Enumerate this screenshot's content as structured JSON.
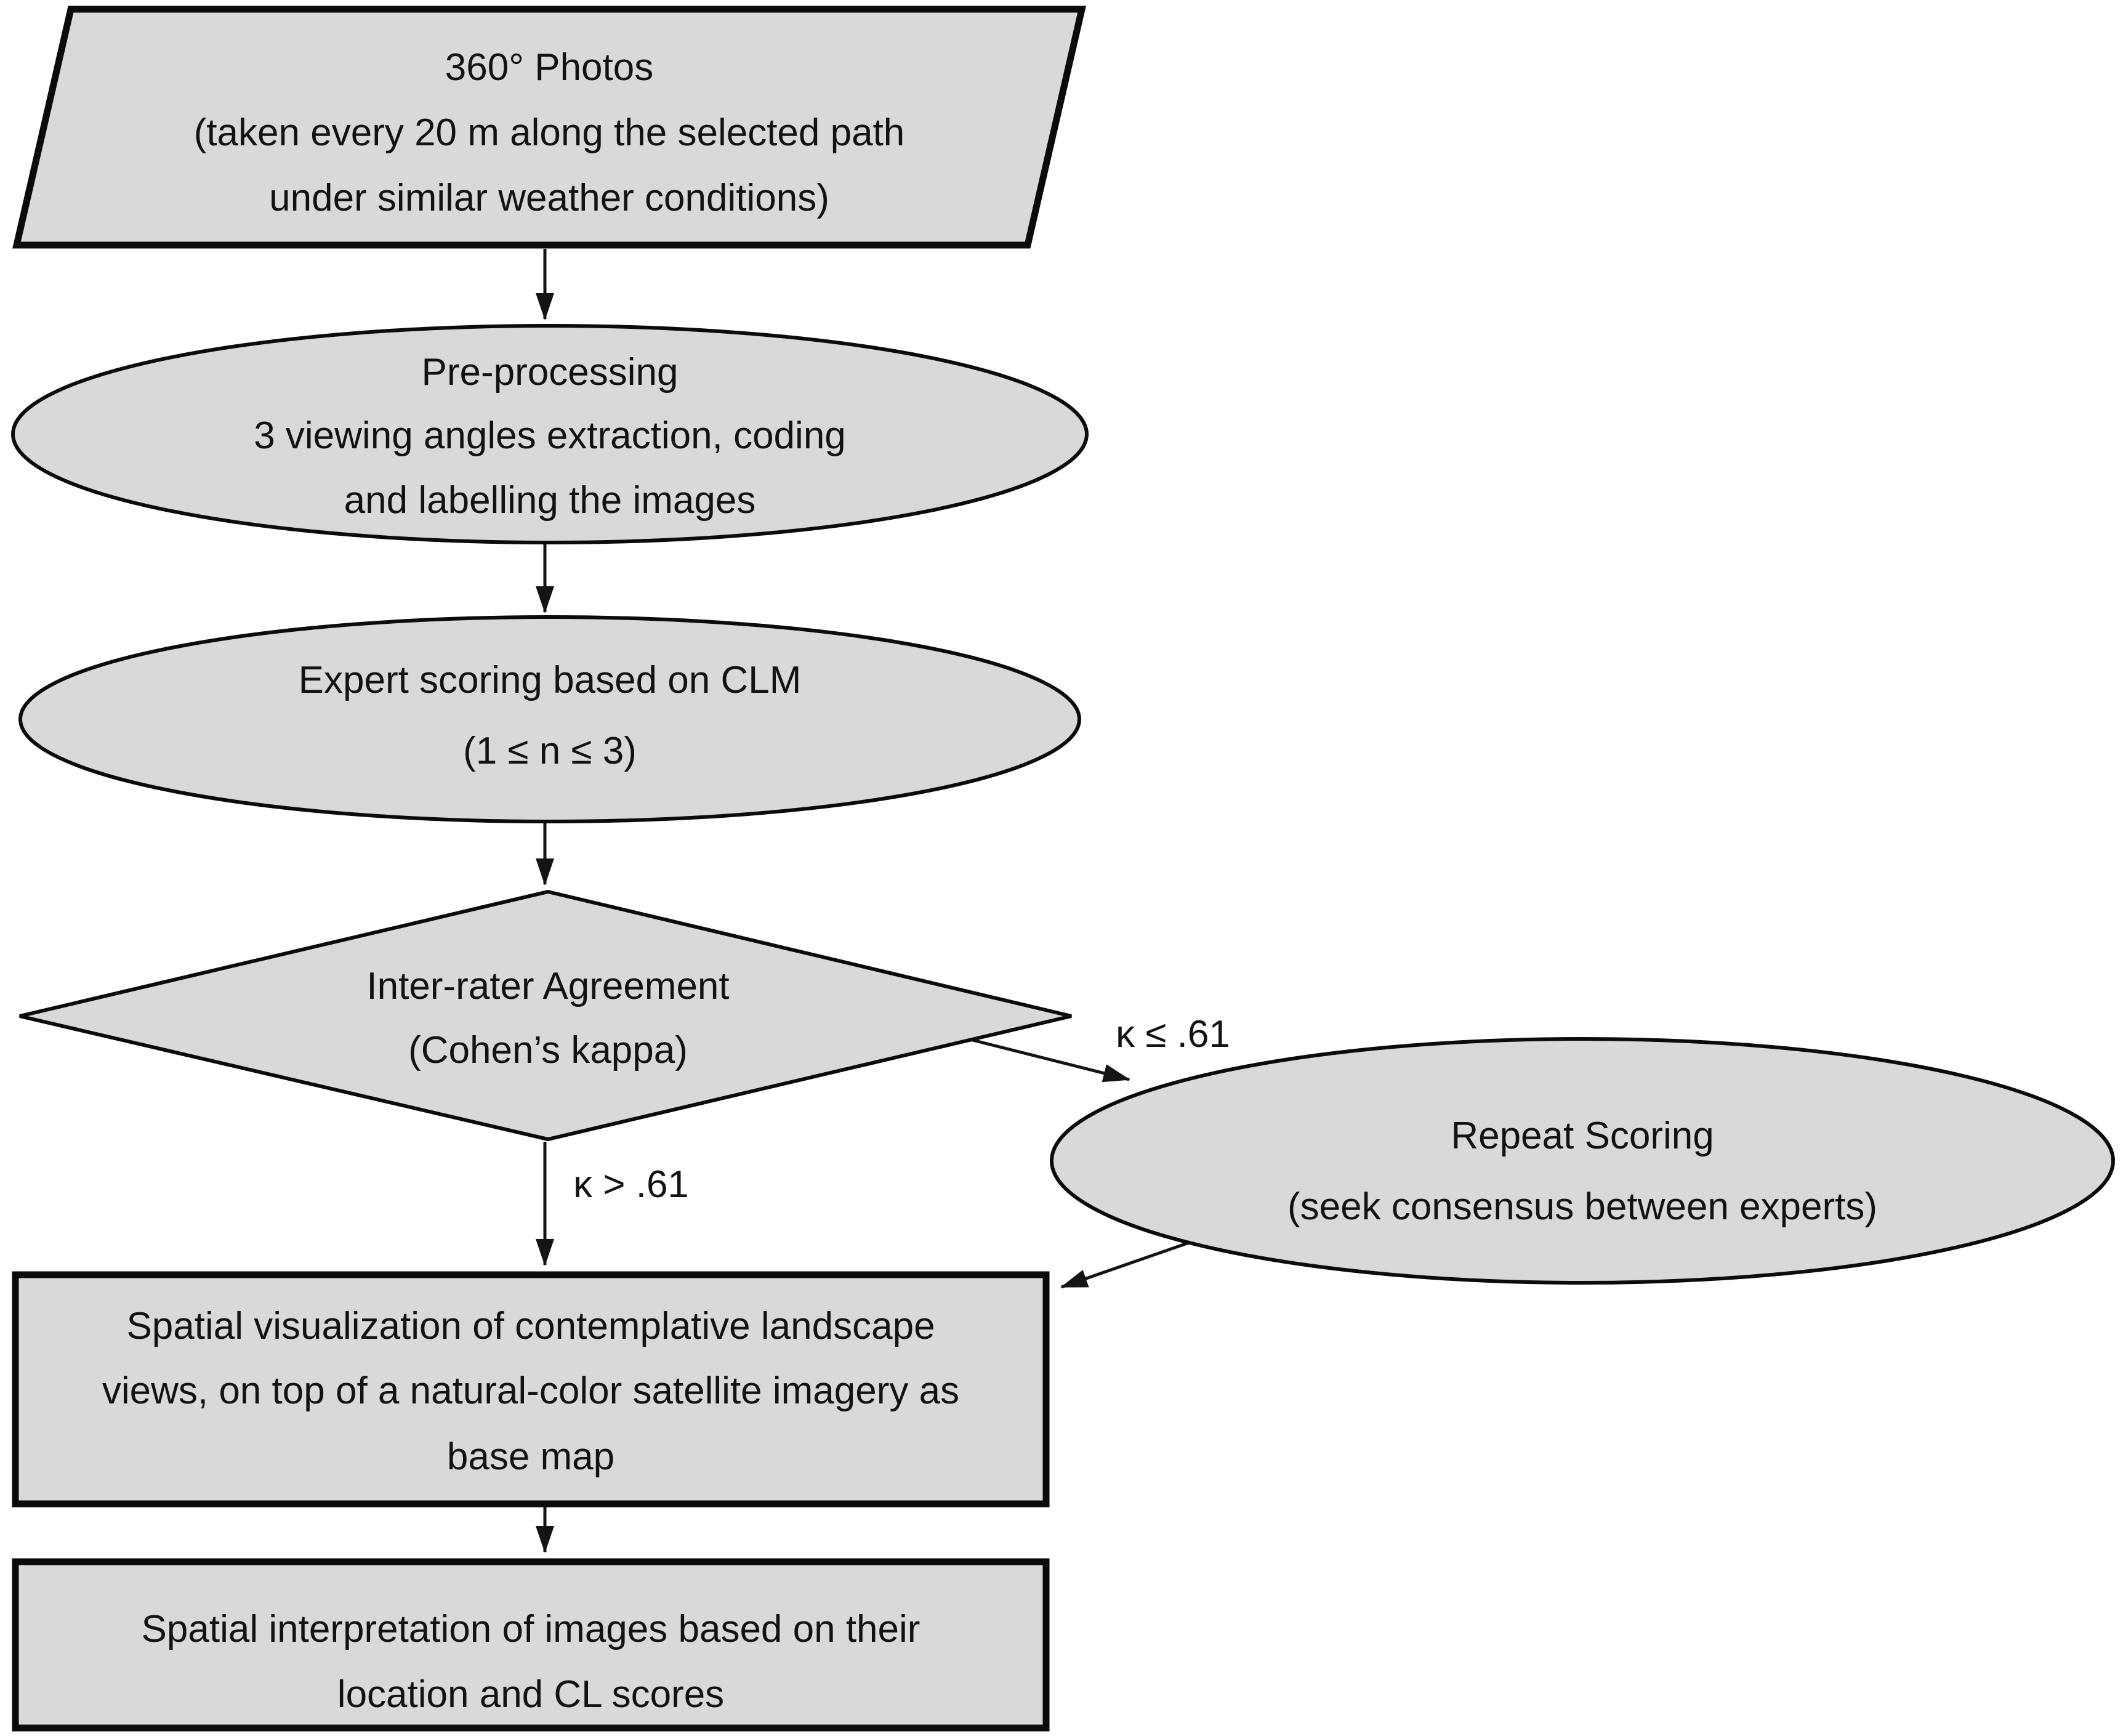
{
  "diagram": {
    "kind": "flowchart",
    "background": "#ffffff",
    "colors": {
      "node_fill": "#d9d9d9",
      "node_stroke": "#0b0b0b",
      "text": "#121212",
      "arrow": "#141414"
    },
    "nodes": {
      "photos": {
        "shape": "parallelogram",
        "lines": [
          "360° Photos",
          "(taken every 20 m along the selected path",
          "under similar weather conditions)"
        ]
      },
      "preprocessing": {
        "shape": "ellipse",
        "lines": [
          "Pre-processing",
          "3 viewing angles extraction, coding",
          "and labelling the images"
        ]
      },
      "expert_scoring": {
        "shape": "ellipse",
        "lines": [
          "Expert scoring based on CLM",
          "(1 ≤ n ≤ 3)"
        ]
      },
      "inter_rater": {
        "shape": "diamond",
        "lines": [
          "Inter-rater Agreement",
          "(Cohen’s kappa)"
        ]
      },
      "repeat_scoring": {
        "shape": "ellipse",
        "lines": [
          "Repeat Scoring",
          "(seek consensus between experts)"
        ]
      },
      "spatial_visualization": {
        "shape": "rectangle",
        "lines": [
          "Spatial visualization of contemplative landscape",
          "views, on top of a natural-color satellite imagery as",
          "base map"
        ]
      },
      "spatial_interpretation": {
        "shape": "rectangle",
        "lines": [
          "Spatial interpretation of images based on their",
          "location and CL scores"
        ]
      }
    },
    "edges": [
      {
        "from": "photos",
        "to": "preprocessing",
        "label": ""
      },
      {
        "from": "preprocessing",
        "to": "expert_scoring",
        "label": ""
      },
      {
        "from": "expert_scoring",
        "to": "inter_rater",
        "label": ""
      },
      {
        "from": "inter_rater",
        "to": "repeat_scoring",
        "label": "κ ≤ .61"
      },
      {
        "from": "inter_rater",
        "to": "spatial_visualization",
        "label": "κ > .61"
      },
      {
        "from": "repeat_scoring",
        "to": "spatial_visualization",
        "label": ""
      },
      {
        "from": "spatial_visualization",
        "to": "spatial_interpretation",
        "label": ""
      }
    ]
  }
}
